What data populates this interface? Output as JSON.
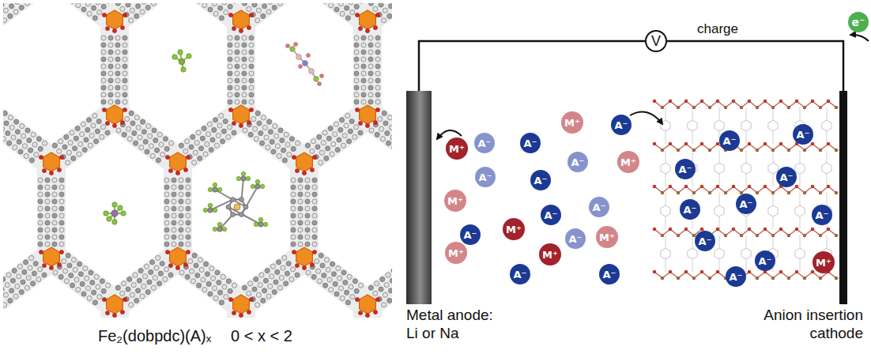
{
  "diagram": {
    "nodes": [
      {
        "text": [
          "V"
        ]
      },
      {
        "text": [
          "e⁻"
        ]
      },
      {
        "text": [
          "M⁺"
        ]
      },
      {
        "text": [
          "A⁻"
        ]
      },
      {
        "text": [
          "A⁻"
        ]
      },
      {
        "text": [
          "A⁻"
        ]
      },
      {
        "text": [
          "A⁻"
        ]
      },
      {
        "text": [
          "A⁻"
        ]
      },
      {
        "text": [
          "M⁺"
        ]
      },
      {
        "text": [
          "A⁻"
        ]
      },
      {
        "text": [
          "M⁺"
        ]
      },
      {
        "text": [
          "A⁻"
        ]
      },
      {
        "text": [
          "A⁻"
        ]
      },
      {
        "text": [
          "A⁻"
        ]
      },
      {
        "text": [
          "A⁻"
        ]
      },
      {
        "text": [
          "M⁺"
        ]
      },
      {
        "text": [
          "A⁻"
        ]
      },
      {
        "text": [
          "A⁻"
        ]
      },
      {
        "text": [
          "A⁻"
        ]
      },
      {
        "text": [
          "A⁻"
        ]
      },
      {
        "text": [
          "A⁻"
        ]
      },
      {
        "text": [
          "M⁺"
        ]
      },
      {
        "text": [
          "A⁻"
        ]
      },
      {
        "text": [
          "M⁺"
        ]
      },
      {
        "text": [
          "A⁻"
        ]
      },
      {
        "text": [
          "A⁻"
        ]
      },
      {
        "text": [
          "M⁺"
        ]
      },
      {
        "text": [
          "M⁺"
        ]
      },
      {
        "text": [
          "A⁻"
        ]
      },
      {
        "text": [
          "M⁺"
        ]
      },
      {
        "text": [
          "A⁻"
        ]
      },
      {
        "text": [
          "A⁻"
        ]
      },
      {
        "text": [
          "A⁻"
        ]
      }
    ],
    "labels": [
      "Fe₂(dobpdc)(A)ₓ",
      "0 < x < 2",
      "charge",
      "Metal anode: Li or Na",
      "Anion insertion cathode"
    ]
  }
}
